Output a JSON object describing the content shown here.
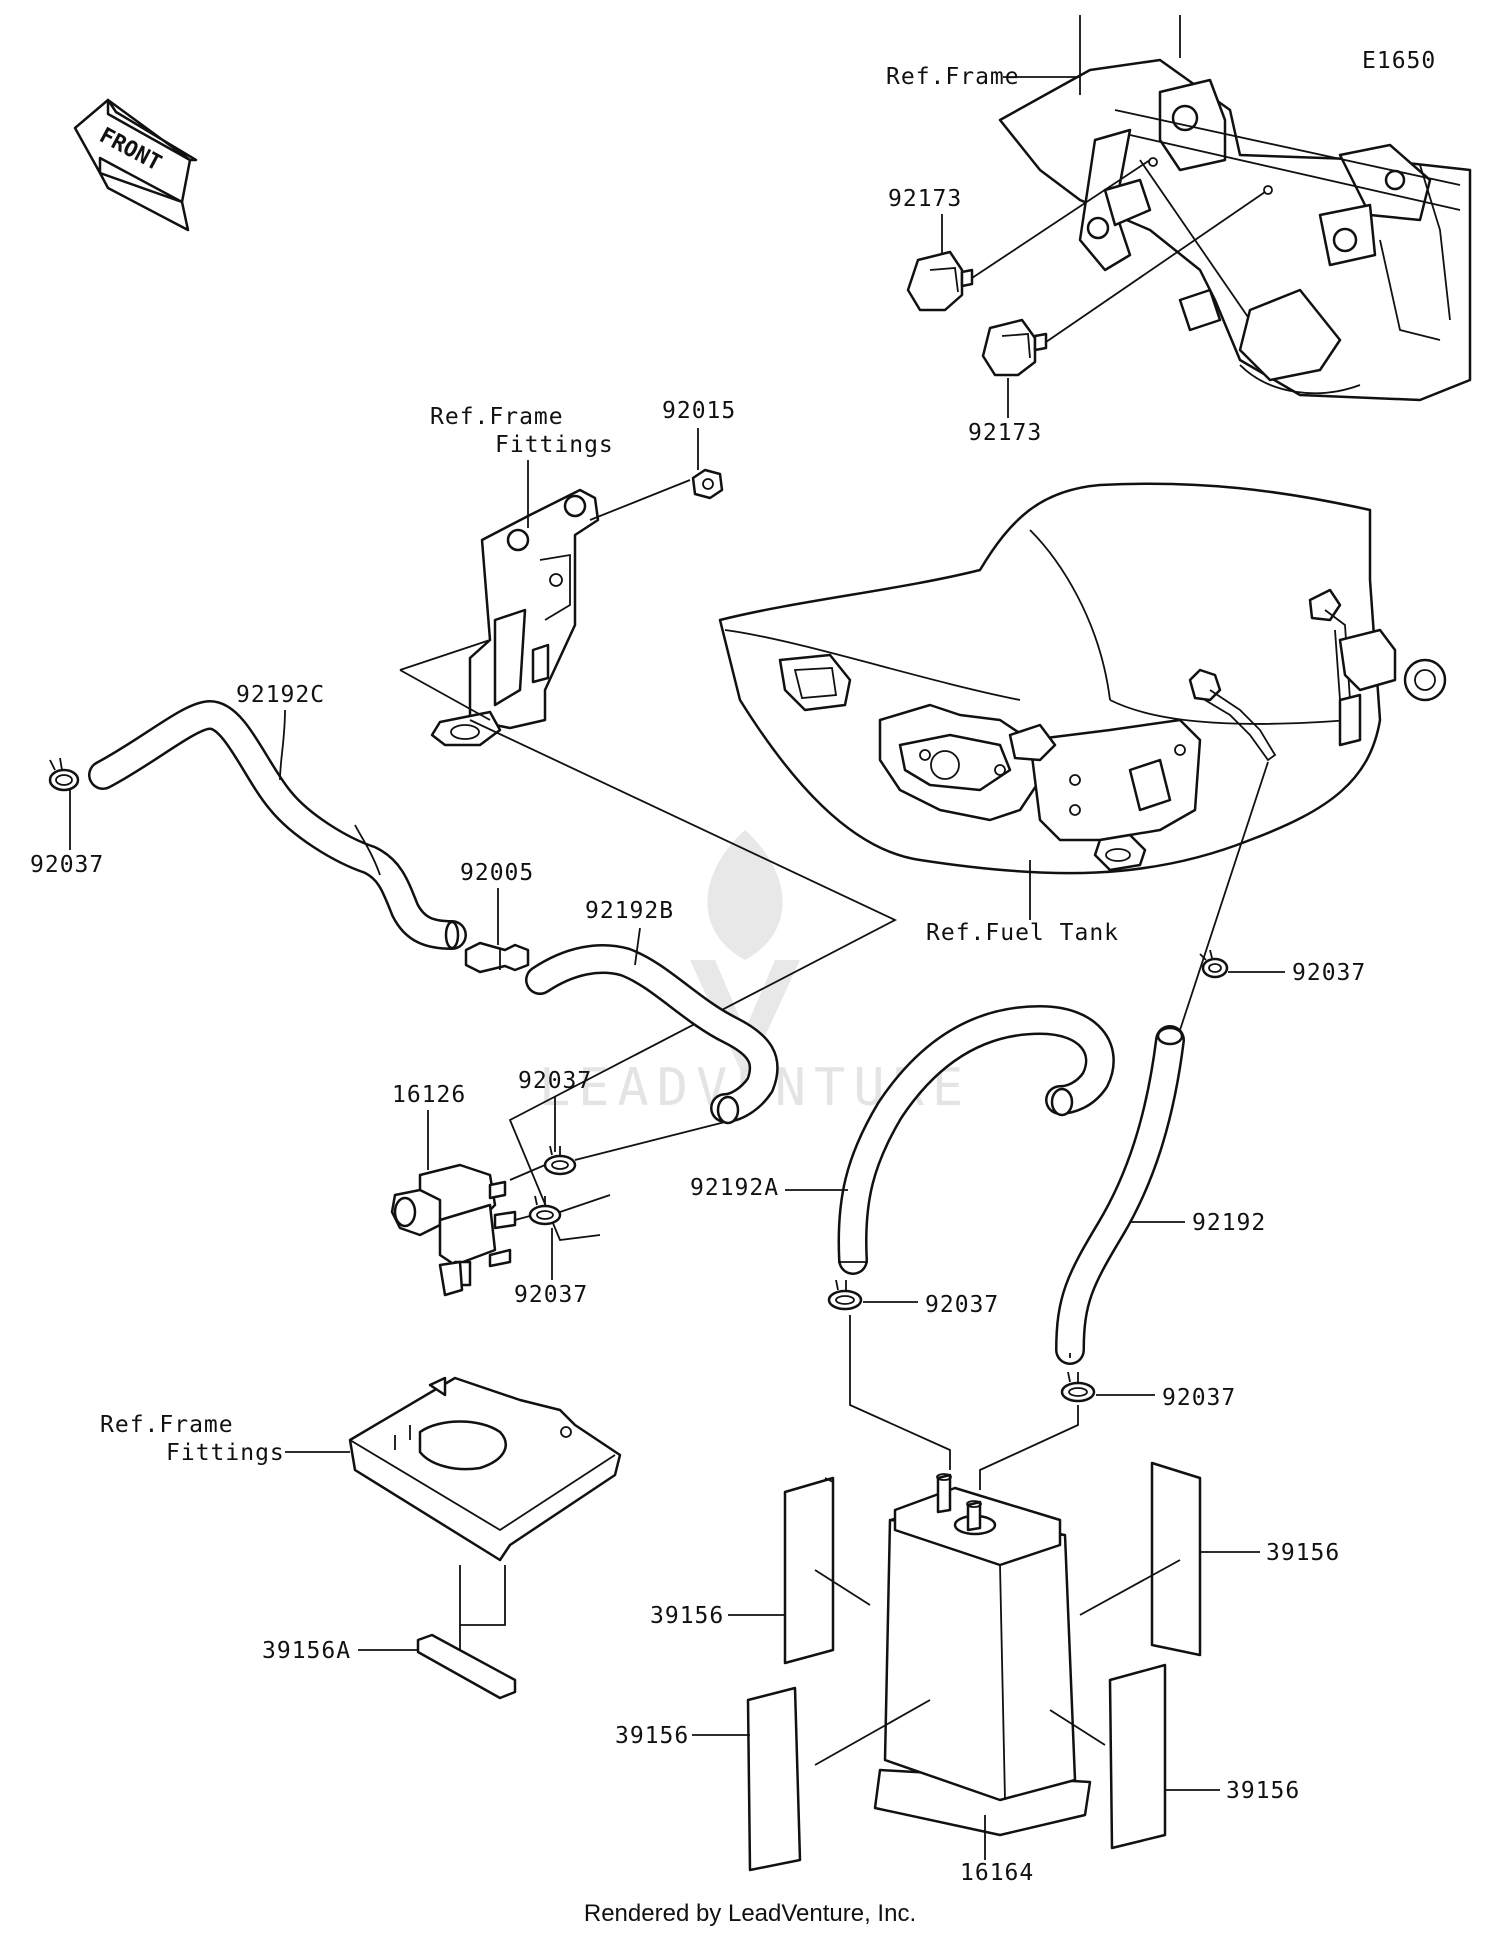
{
  "diagram_id": "E1650",
  "front_label": "FRONT",
  "watermark": "LEADVENTURE",
  "footer": "Rendered by LeadVenture, Inc.",
  "labels": {
    "ref_frame_top": "Ref.Frame",
    "p92173_a": "92173",
    "p92173_b": "92173",
    "ref_frame_fittings_top_1": "Ref.Frame",
    "ref_frame_fittings_top_2": "Fittings",
    "p92015": "92015",
    "p92192C": "92192C",
    "p92037_left": "92037",
    "p92005": "92005",
    "p92192B": "92192B",
    "ref_fuel_tank": "Ref.Fuel Tank",
    "p92037_right": "92037",
    "p16126": "16126",
    "p92037_valve_top": "92037",
    "p92037_valve_bottom": "92037",
    "p92192A": "92192A",
    "p92192": "92192",
    "p92037_mid": "92037",
    "p92037_canister": "92037",
    "ref_frame_fittings_bottom_1": "Ref.Frame",
    "ref_frame_fittings_bottom_2": "Fittings",
    "p39156A": "39156A",
    "p39156_left_top": "39156",
    "p39156_left_bottom": "39156",
    "p39156_right_top": "39156",
    "p39156_right_bottom": "39156",
    "p16164": "16164"
  }
}
